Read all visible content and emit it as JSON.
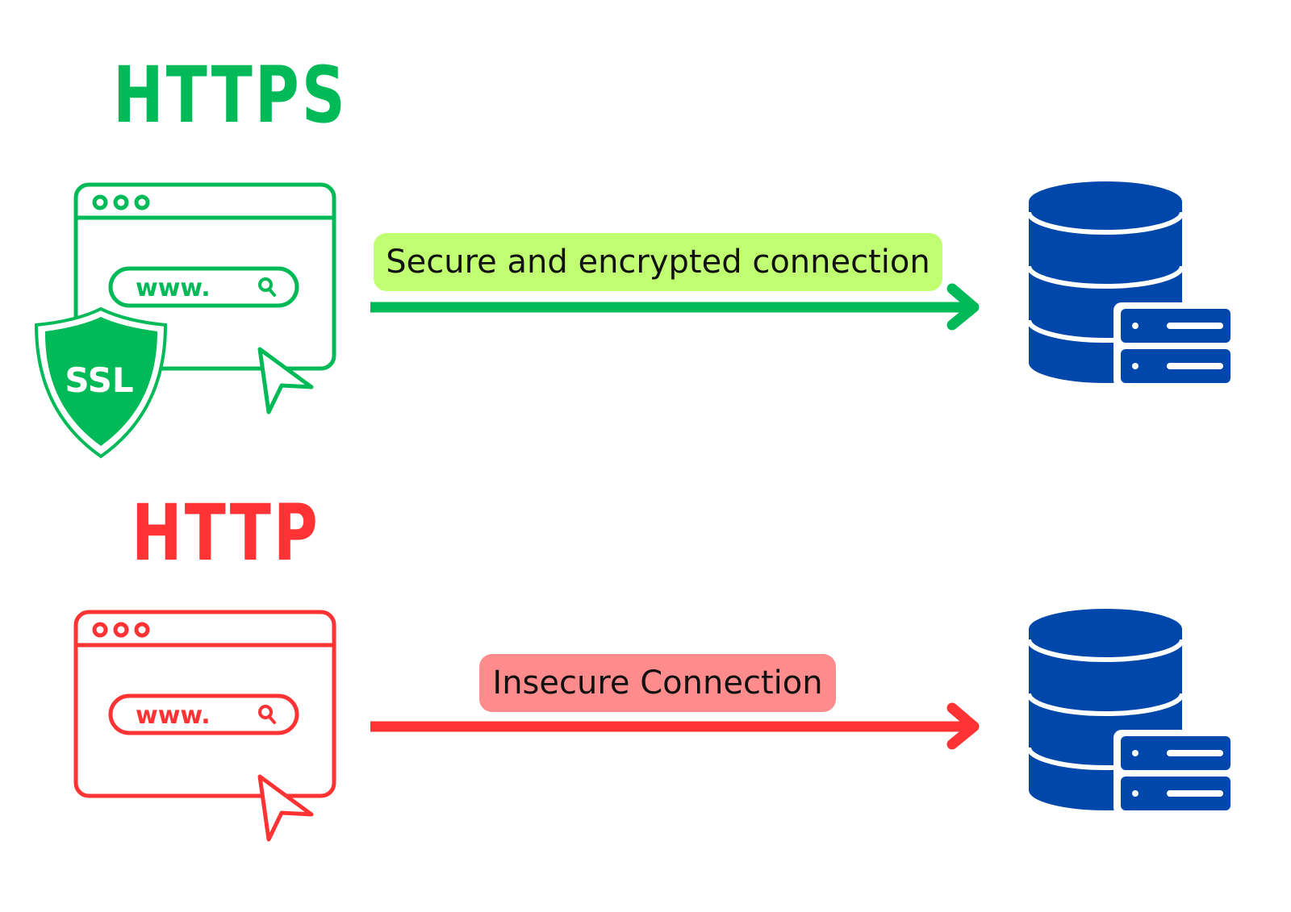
{
  "sections": [
    {
      "title": "HTTPS",
      "color": "#00BA57",
      "browser": {
        "url_text": "www.",
        "badge": "SSL"
      },
      "connection_label": "Secure and encrypted connection",
      "label_bg": "#C1FF72"
    },
    {
      "title": "HTTP",
      "color": "#FF3333",
      "browser": {
        "url_text": "www."
      },
      "connection_label": "Insecure Connection",
      "label_bg": "#FF8C8C"
    }
  ],
  "server_color": "#0047AB"
}
